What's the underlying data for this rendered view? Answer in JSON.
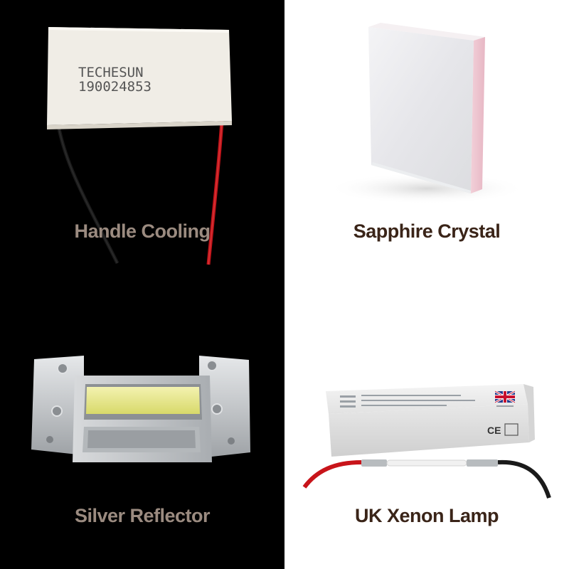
{
  "colors": {
    "dark_caption": "#9b8b80",
    "light_caption": "#3a2418",
    "dark_bg": "#000000",
    "light_bg": "#ffffff"
  },
  "products": [
    {
      "caption": "Handle Cooling",
      "icon": "thermoelectric-cooler-image",
      "chip_text": [
        "TECHESUN",
        "190024853"
      ]
    },
    {
      "caption": "Sapphire Crystal",
      "icon": "sapphire-block-image"
    },
    {
      "caption": "Silver Reflector",
      "icon": "reflector-cavity-image"
    },
    {
      "caption": "UK Xenon Lamp",
      "icon": "xenon-lamp-image",
      "box_marks": [
        "CE"
      ]
    }
  ]
}
